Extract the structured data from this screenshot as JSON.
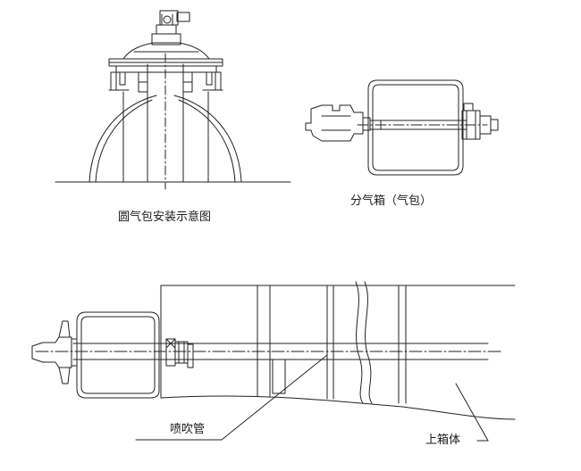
{
  "labels": {
    "round_air_bag": "圆气包安装示意图",
    "air_distribution_box": "分气箱（气包）",
    "blow_pipe": "喷吹管",
    "upper_box": "上箱体"
  }
}
